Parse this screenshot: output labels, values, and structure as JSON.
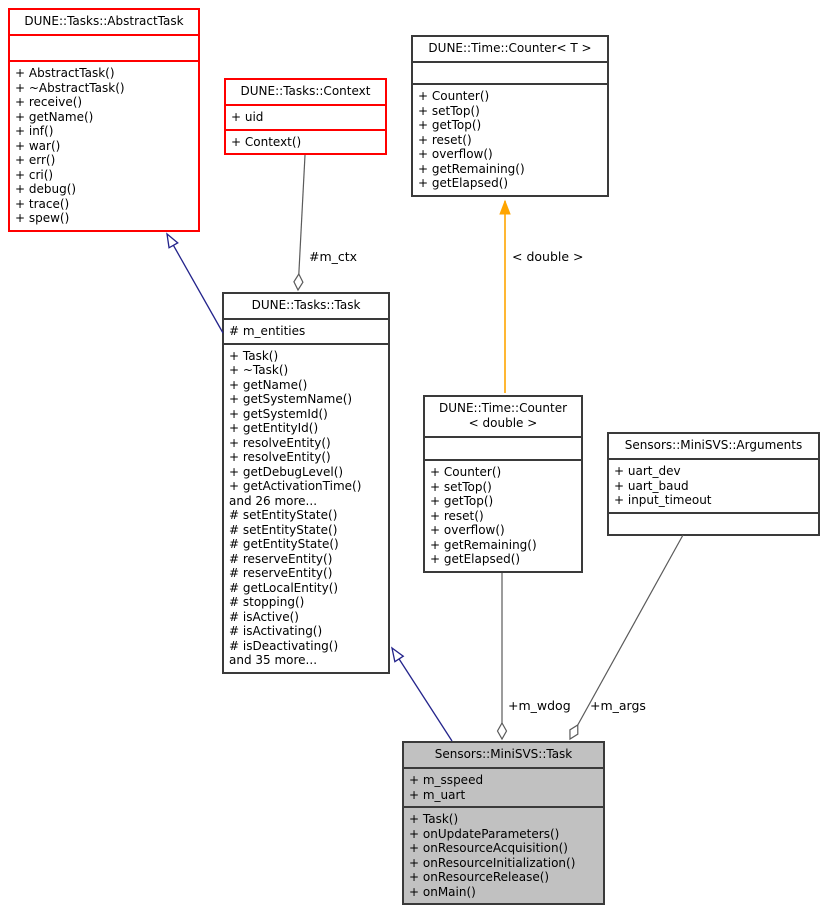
{
  "diagram": {
    "kind": "uml-collaboration-graph",
    "colors": {
      "external_class_border": "#ff0000",
      "class_border": "#3a3a3a",
      "inheritance_edge": "#23238b",
      "template_edge": "#ffa500",
      "member_edge": "#5a5a5a",
      "focused_class_fill": "#c1c1c1",
      "class_fill": "#ffffff"
    },
    "edge_labels": {
      "m_ctx": "#m_ctx",
      "template_arg": "< double >",
      "m_wdog": "+m_wdog",
      "m_args": "+m_args"
    }
  },
  "classes": {
    "abstract_task": {
      "title": "DUNE::Tasks::AbstractTask",
      "attributes": [],
      "methods": [
        "+ AbstractTask()",
        "+ ~AbstractTask()",
        "+ receive()",
        "+ getName()",
        "+ inf()",
        "+ war()",
        "+ err()",
        "+ cri()",
        "+ debug()",
        "+ trace()",
        "+ spew()"
      ]
    },
    "context": {
      "title": "DUNE::Tasks::Context",
      "attributes": [
        "+ uid"
      ],
      "methods": [
        "+ Context()"
      ]
    },
    "counter_t": {
      "title": "DUNE::Time::Counter< T >",
      "attributes": [],
      "methods": [
        "+ Counter()",
        "+ setTop()",
        "+ getTop()",
        "+ reset()",
        "+ overflow()",
        "+ getRemaining()",
        "+ getElapsed()"
      ]
    },
    "task": {
      "title": "DUNE::Tasks::Task",
      "attributes": [
        "# m_entities"
      ],
      "methods": [
        "+ Task()",
        "+ ~Task()",
        "+ getName()",
        "+ getSystemName()",
        "+ getSystemId()",
        "+ getEntityId()",
        "+ resolveEntity()",
        "+ resolveEntity()",
        "+ getDebugLevel()",
        "+ getActivationTime()",
        "and 26 more...",
        "# setEntityState()",
        "# setEntityState()",
        "# getEntityState()",
        "# reserveEntity()",
        "# reserveEntity()",
        "# getLocalEntity()",
        "# stopping()",
        "# isActive()",
        "# isActivating()",
        "# isDeactivating()",
        "and 35 more..."
      ]
    },
    "counter_double": {
      "title_line1": "DUNE::Time::Counter",
      "title_line2": "< double >",
      "attributes": [],
      "methods": [
        "+ Counter()",
        "+ setTop()",
        "+ getTop()",
        "+ reset()",
        "+ overflow()",
        "+ getRemaining()",
        "+ getElapsed()"
      ]
    },
    "arguments": {
      "title": "Sensors::MiniSVS::Arguments",
      "attributes": [
        "+ uart_dev",
        "+ uart_baud",
        "+ input_timeout"
      ],
      "methods": []
    },
    "minisvs_task": {
      "title": "Sensors::MiniSVS::Task",
      "attributes": [
        "+ m_sspeed",
        "+ m_uart"
      ],
      "methods": [
        "+ Task()",
        "+ onUpdateParameters()",
        "+ onResourceAcquisition()",
        "+ onResourceInitialization()",
        "+ onResourceRelease()",
        "+ onMain()"
      ]
    }
  }
}
